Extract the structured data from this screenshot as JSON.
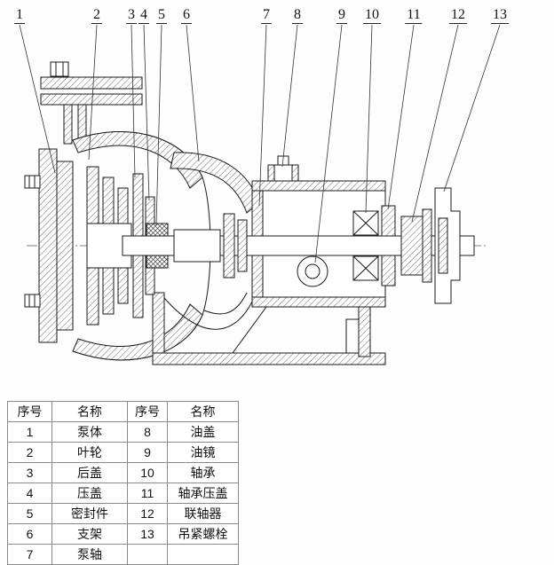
{
  "callouts": [
    "1",
    "2",
    "3",
    "4",
    "5",
    "6",
    "7",
    "8",
    "9",
    "10",
    "11",
    "12",
    "13"
  ],
  "table": {
    "headers": [
      "序号",
      "名称",
      "序号",
      "名称"
    ],
    "rows": [
      [
        "1",
        "泵体",
        "8",
        "油盖"
      ],
      [
        "2",
        "叶轮",
        "9",
        "油镜"
      ],
      [
        "3",
        "后盖",
        "10",
        "轴承"
      ],
      [
        "4",
        "压盖",
        "11",
        "轴承压盖"
      ],
      [
        "5",
        "密封件",
        "12",
        "联轴器"
      ],
      [
        "6",
        "支架",
        "13",
        "吊紧螺栓"
      ],
      [
        "7",
        "泵轴",
        "",
        ""
      ]
    ]
  },
  "colors": {
    "line": "#1a1a1a",
    "table_border": "#8a8a8a",
    "background": "#fdfdfd"
  }
}
